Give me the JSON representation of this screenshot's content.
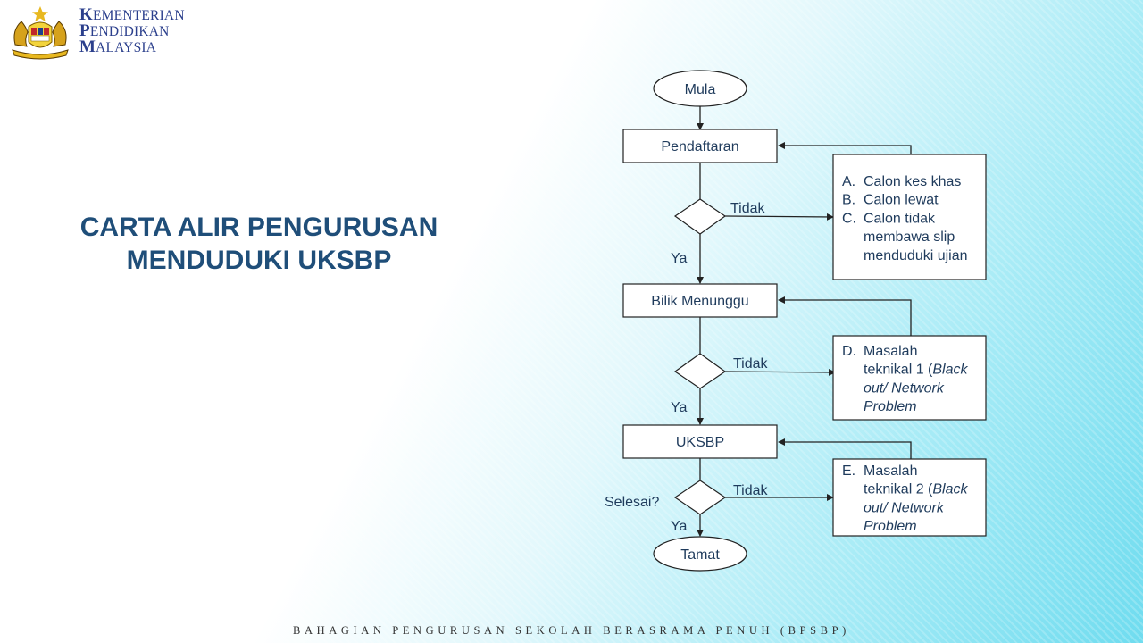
{
  "header": {
    "ministry_lines": [
      "KEMENTERIAN",
      "PENDIDIKAN",
      "MALAYSIA"
    ]
  },
  "title": {
    "line1": "CARTA ALIR PENGURUSAN",
    "line2": "MENDUDUKI UKSBP"
  },
  "flowchart": {
    "start": "Mula",
    "end": "Tamat",
    "processes": [
      "Pendaftaran",
      "Bilik Menunggu",
      "UKSBP"
    ],
    "decision_question": "Selesai?",
    "branch_yes": "Ya",
    "branch_no": "Tidak",
    "notes": [
      {
        "items": [
          {
            "marker": "A.",
            "lines": [
              [
                {
                  "text": "Calon kes khas"
                }
              ]
            ]
          },
          {
            "marker": "B.",
            "lines": [
              [
                {
                  "text": "Calon lewat"
                }
              ]
            ]
          },
          {
            "marker": "C.",
            "lines": [
              [
                {
                  "text": "Calon tidak"
                }
              ],
              [
                {
                  "text": "membawa slip"
                }
              ],
              [
                {
                  "text": "menduduki ujian"
                }
              ]
            ]
          }
        ]
      },
      {
        "items": [
          {
            "marker": "D.",
            "lines": [
              [
                {
                  "text": "Masalah"
                }
              ],
              [
                {
                  "text": "teknikal 1 ("
                },
                {
                  "text": "Black",
                  "italic": true
                }
              ],
              [
                {
                  "text": "out/ Network",
                  "italic": true
                }
              ],
              [
                {
                  "text": "Problem",
                  "italic": true
                }
              ]
            ]
          }
        ]
      },
      {
        "items": [
          {
            "marker": "E.",
            "lines": [
              [
                {
                  "text": "Masalah"
                }
              ],
              [
                {
                  "text": "teknikal 2 ("
                },
                {
                  "text": "Black",
                  "italic": true
                }
              ],
              [
                {
                  "text": "out/ Network",
                  "italic": true
                }
              ],
              [
                {
                  "text": "Problem",
                  "italic": true
                }
              ]
            ]
          }
        ]
      }
    ]
  },
  "footer": {
    "text": "BAHAGIAN PENGURUSAN SEKOLAH BERASRAMA PENUH (BPSBP)"
  },
  "colors": {
    "title": "#1f4e79",
    "ministry_text": "#2b3f8c",
    "flow_text": "#1f3b5c",
    "flow_stroke": "#222222"
  }
}
